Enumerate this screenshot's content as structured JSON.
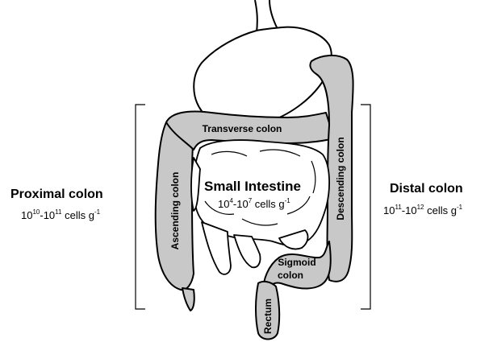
{
  "labels": {
    "transverse": "Transverse colon",
    "ascending": "Ascending colon",
    "descending": "Descending colon",
    "sigmoid_line1": "Sigmoid",
    "sigmoid_line2": "colon",
    "rectum": "Rectum"
  },
  "small_intestine": {
    "title": "Small Intestine",
    "count": {
      "base1": "10",
      "exp1": "4",
      "mid": "-10",
      "exp2": "7",
      "tail": " cells g",
      "exp3": "-1"
    }
  },
  "proximal": {
    "title": "Proximal colon",
    "count": {
      "base1": "10",
      "exp1": "10",
      "mid": "-10",
      "exp2": "11",
      "tail": " cells g",
      "exp3": "-1"
    }
  },
  "distal": {
    "title": "Distal colon",
    "count": {
      "base1": "10",
      "exp1": "11",
      "mid": "-10",
      "exp2": "12",
      "tail": " cells g",
      "exp3": "-1"
    }
  },
  "colors": {
    "colon_fill": "#c8c8c8",
    "outline": "#000000",
    "stomach_fill": "#ffffff"
  }
}
